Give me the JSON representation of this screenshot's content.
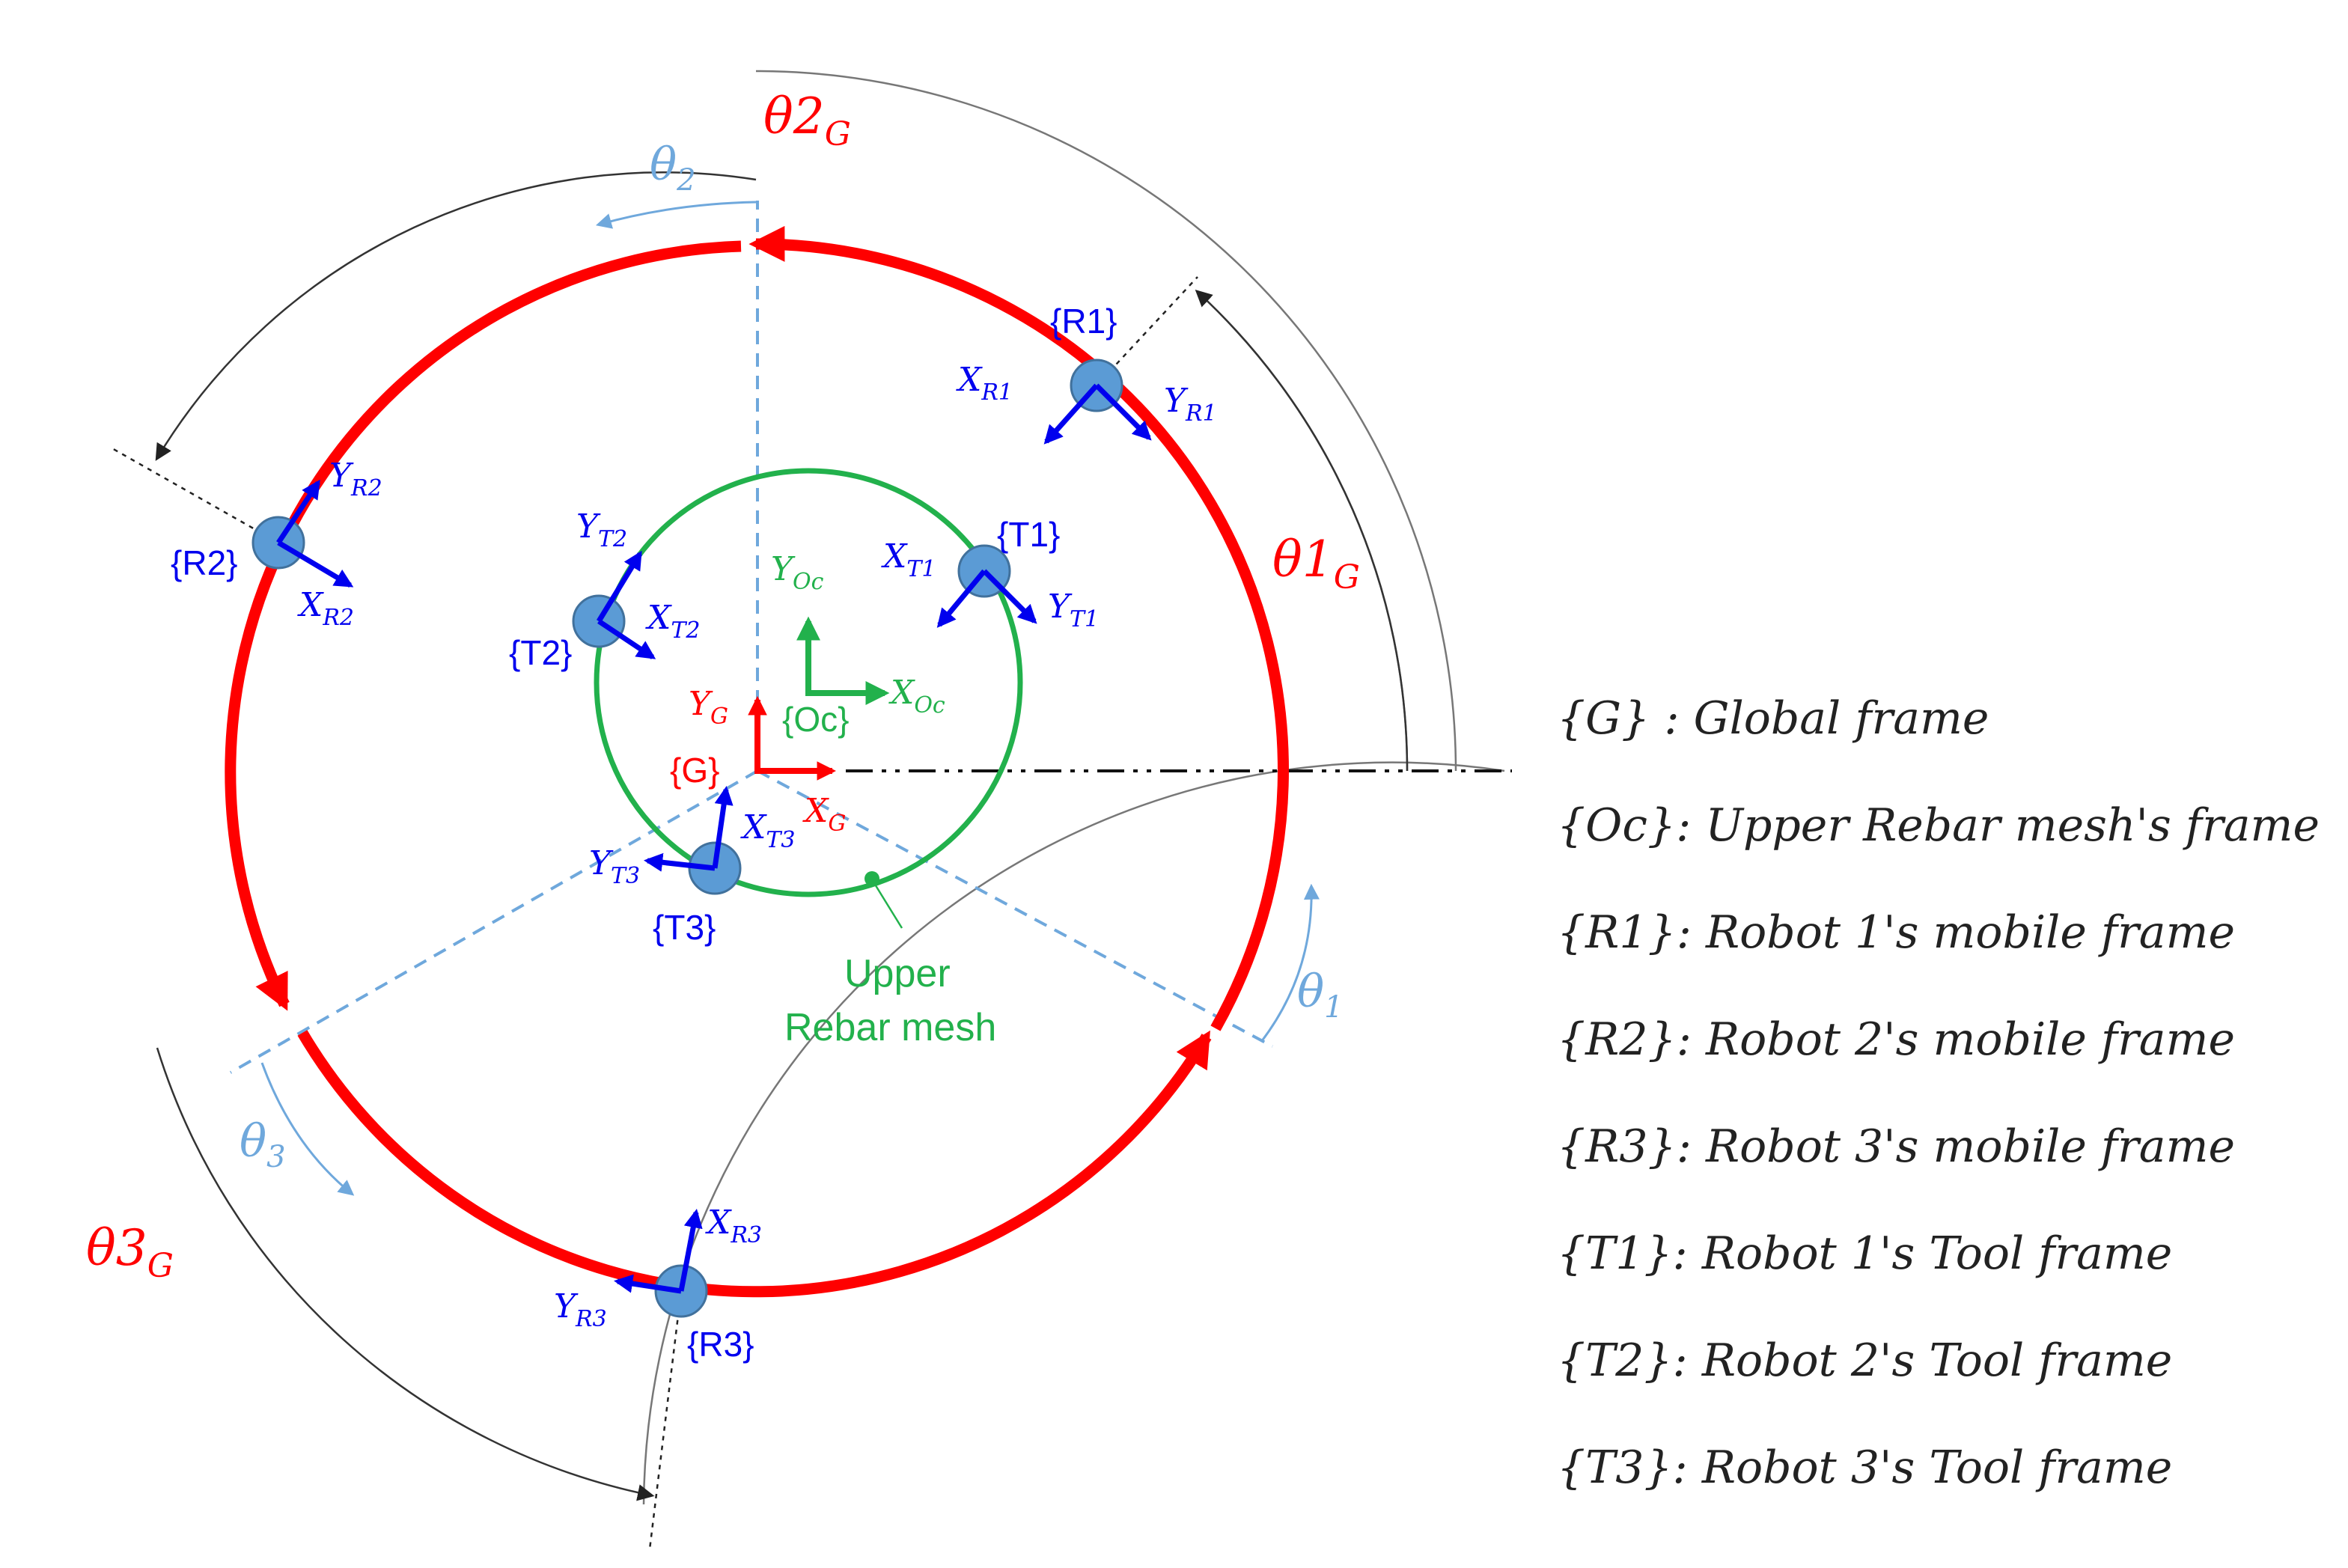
{
  "colors": {
    "track": "#ff0000",
    "mesh": "#22b14c",
    "robot_axis": "#0000ee",
    "robot_node": "#5b9bd5",
    "angle_blue": "#6fa8dc",
    "global_frame": "#ff0000",
    "mesh_frame": "#22b14c",
    "dim_line": "#444444",
    "text_black": "#222222"
  },
  "labels": {
    "theta2G": {
      "base": "θ2",
      "sub": "G"
    },
    "theta1G": {
      "base": "θ1",
      "sub": "G"
    },
    "theta3G": {
      "base": "θ3",
      "sub": "G"
    },
    "theta1": {
      "base": "θ",
      "sub": "1"
    },
    "theta2": {
      "base": "θ",
      "sub": "2"
    },
    "theta3": {
      "base": "θ",
      "sub": "3"
    },
    "R1": "{R1}",
    "R2": "{R2}",
    "R3": "{R3}",
    "T1": "{T1}",
    "T2": "{T2}",
    "T3": "{T3}",
    "G": "{G}",
    "Oc": "{Oc}",
    "XR1": {
      "base": "X",
      "sub": "R1"
    },
    "YR1": {
      "base": "Y",
      "sub": "R1"
    },
    "XR2": {
      "base": "X",
      "sub": "R2"
    },
    "YR2": {
      "base": "Y",
      "sub": "R2"
    },
    "XR3": {
      "base": "X",
      "sub": "R3"
    },
    "YR3": {
      "base": "Y",
      "sub": "R3"
    },
    "XT1": {
      "base": "X",
      "sub": "T1"
    },
    "YT1": {
      "base": "Y",
      "sub": "T1"
    },
    "XT2": {
      "base": "X",
      "sub": "T2"
    },
    "YT2": {
      "base": "Y",
      "sub": "T2"
    },
    "XT3": {
      "base": "X",
      "sub": "T3"
    },
    "YT3": {
      "base": "Y",
      "sub": "T3"
    },
    "XG": {
      "base": "X",
      "sub": "G"
    },
    "YG": {
      "base": "Y",
      "sub": "G"
    },
    "XOc": {
      "base": "X",
      "sub": "Oc"
    },
    "YOc": {
      "base": "Y",
      "sub": "Oc"
    },
    "mesh_line1": "Upper",
    "mesh_line2": "Rebar mesh"
  },
  "legend": [
    "{G}  : Global frame",
    "{Oc}: Upper Rebar mesh's frame",
    "{R1}: Robot 1's mobile frame",
    "{R2}: Robot 2's mobile frame",
    "{R3}: Robot 3's mobile frame",
    "{T1}: Robot 1's Tool frame",
    "{T2}: Robot 2's Tool frame",
    "{T3}: Robot 3's Tool frame"
  ]
}
